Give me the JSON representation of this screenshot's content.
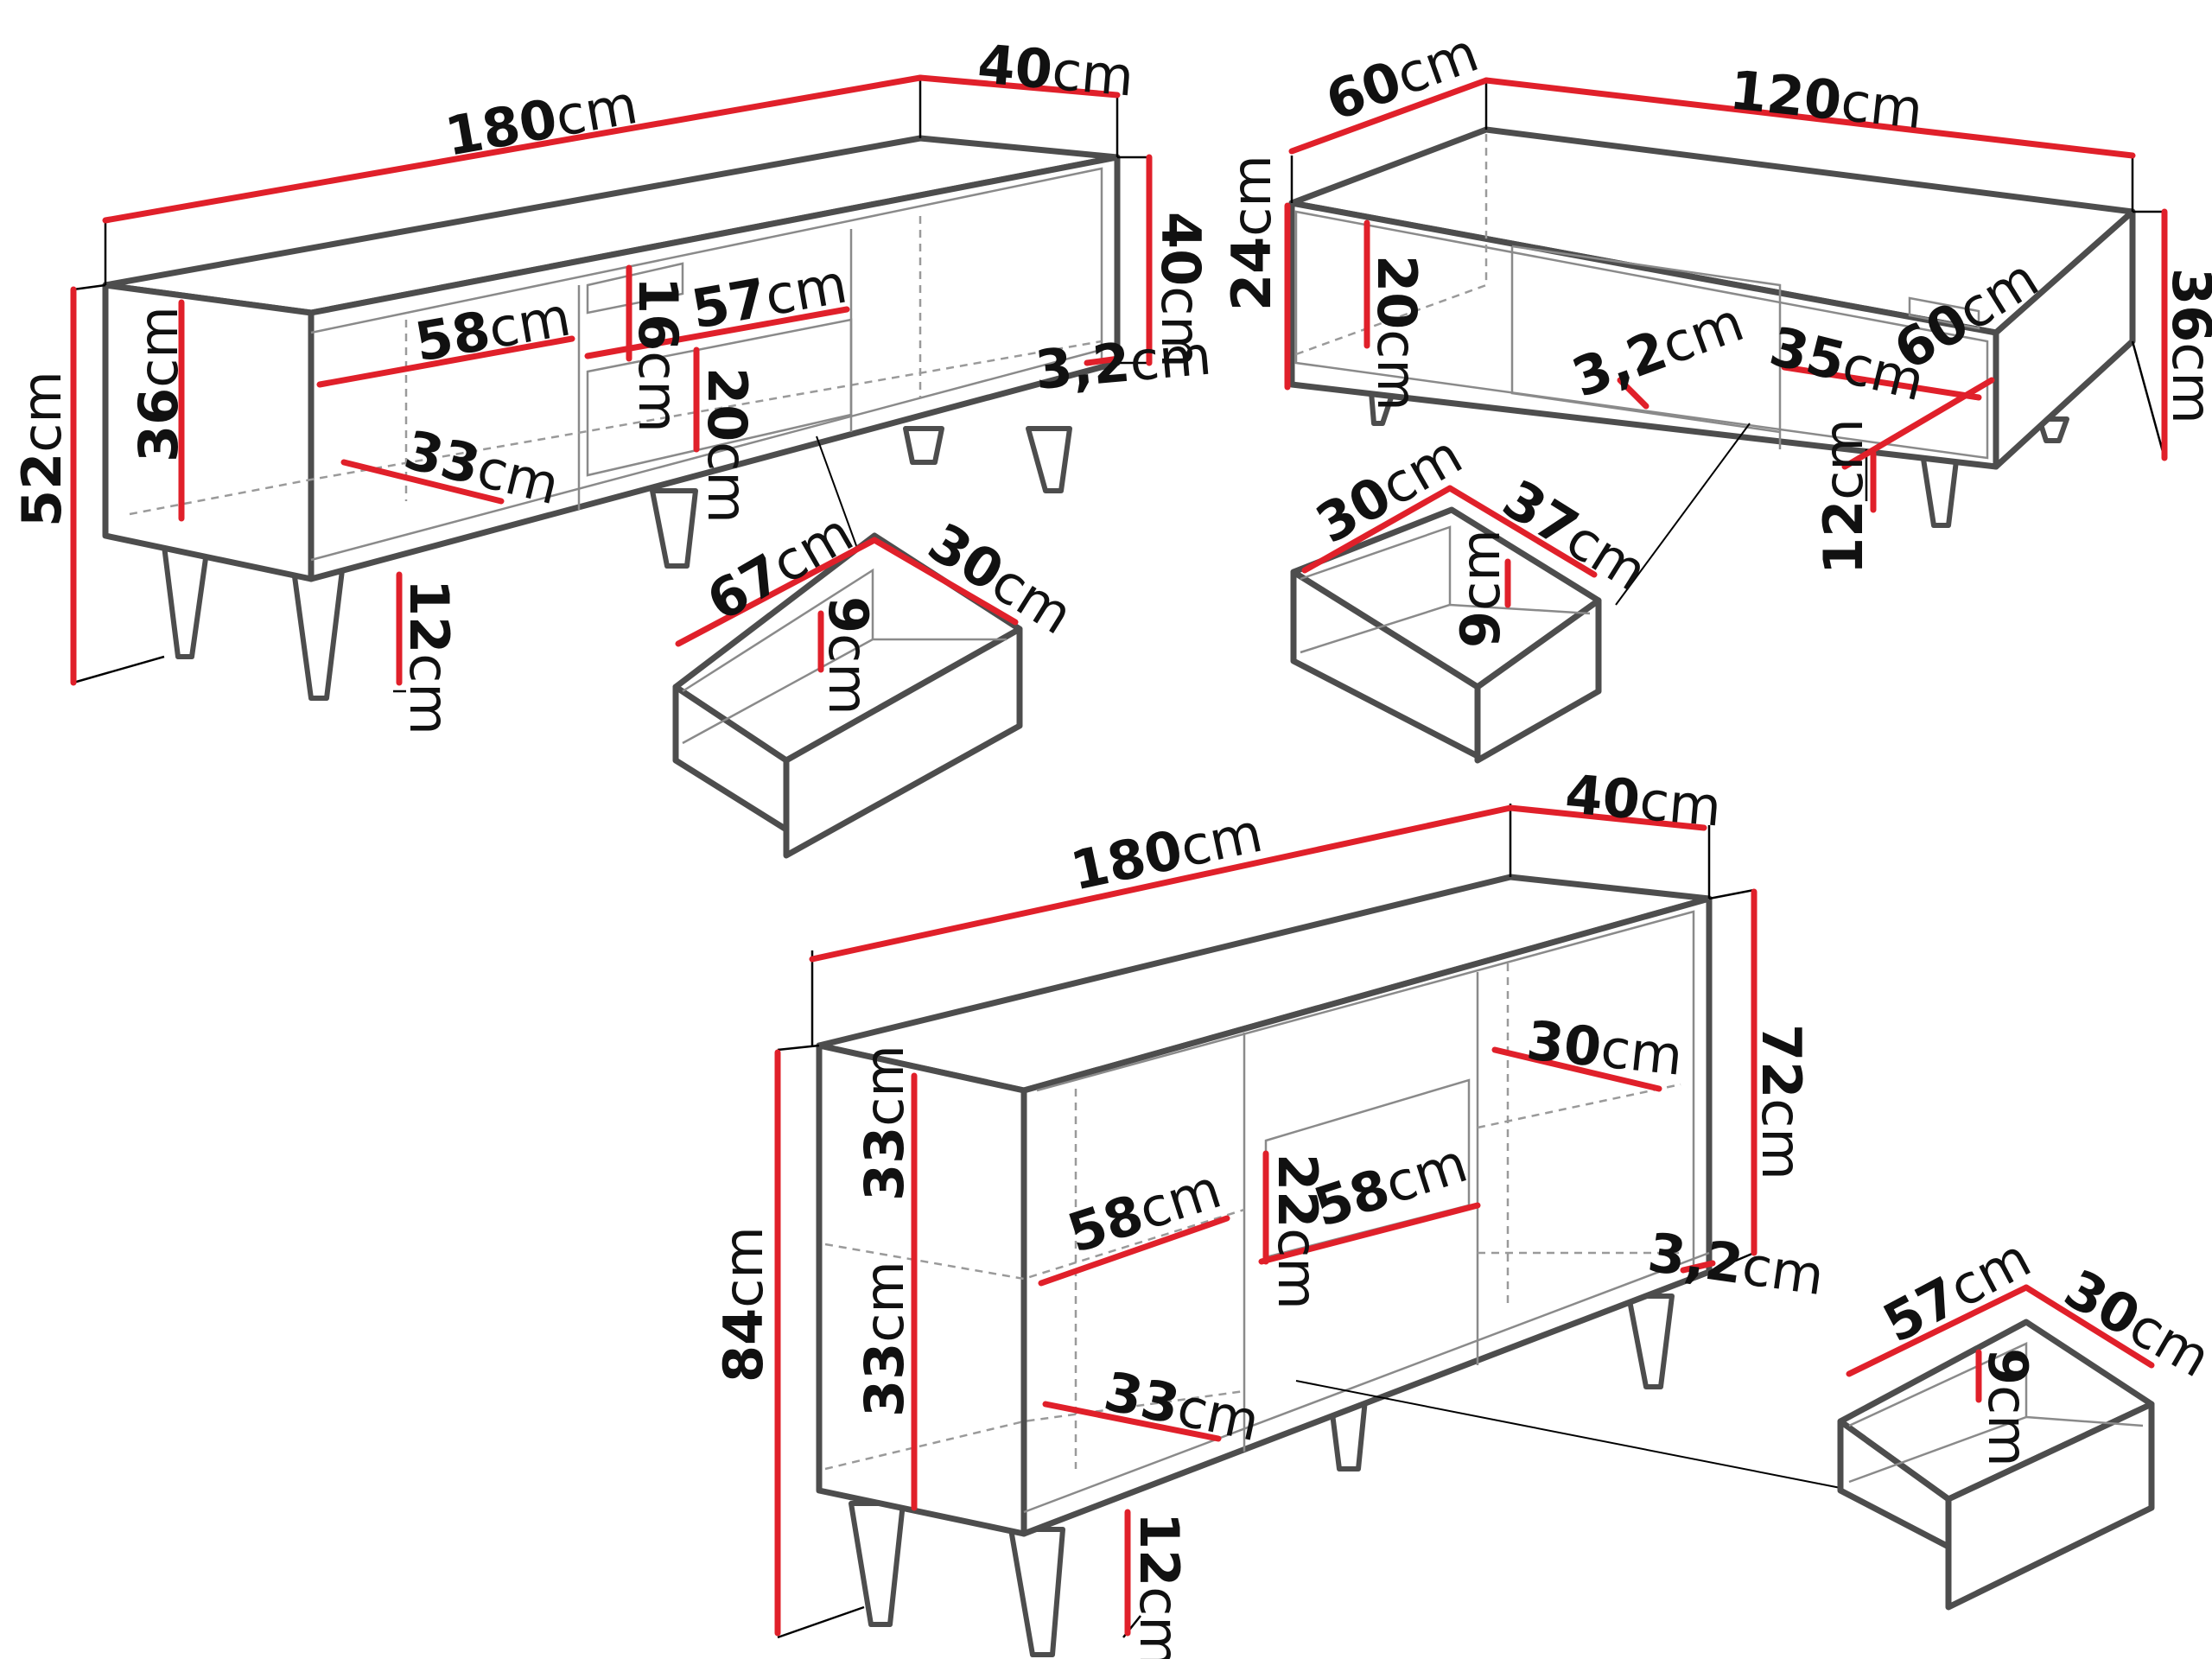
{
  "diagram": {
    "tv_stand": {
      "width": "180",
      "depth": "40",
      "height_total": "52",
      "inner_height": "36",
      "shelf_width": "58",
      "shelf_depth": "33",
      "niche_height": "16",
      "drawer_front_width": "57",
      "drawer_front_height": "20",
      "side_height": "40",
      "board_thickness": "3,2",
      "leg_height": "12",
      "drawer": {
        "width": "67",
        "depth": "30",
        "height": "9"
      }
    },
    "coffee_table": {
      "depth": "60",
      "width": "120",
      "body_height": "24",
      "total_height": "36",
      "opening_height": "20",
      "board_thickness": "3,2",
      "shelf_depth": "35",
      "shelf_width": "60",
      "leg_height": "12",
      "drawer": {
        "width": "30",
        "depth": "37",
        "height": "9"
      }
    },
    "sideboard": {
      "width": "180",
      "depth": "40",
      "body_height": "72",
      "total_height": "84",
      "compartment_height_upper": "33",
      "compartment_height_lower": "33",
      "shelf_width": "58",
      "shelf_depth": "33",
      "drawer_front_height": "22",
      "drawer_front_width": "58",
      "right_shelf_depth": "30",
      "board_thickness": "3,2",
      "leg_height": "12",
      "drawer": {
        "width": "57",
        "depth": "30",
        "height": "9"
      }
    },
    "unit": "cm",
    "colors": {
      "dimension": "#e0202a",
      "outline": "#4d4d4d",
      "text": "#111111"
    }
  }
}
